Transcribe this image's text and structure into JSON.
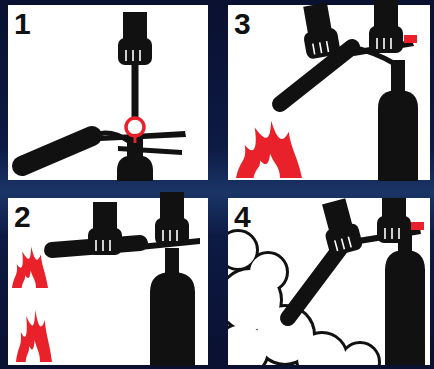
{
  "diagram": {
    "nodes": [
      {
        "text": [
          "1"
        ]
      },
      {
        "text": [
          "3"
        ]
      },
      {
        "text": [
          "2"
        ]
      },
      {
        "text": [
          "4"
        ]
      }
    ]
  }
}
